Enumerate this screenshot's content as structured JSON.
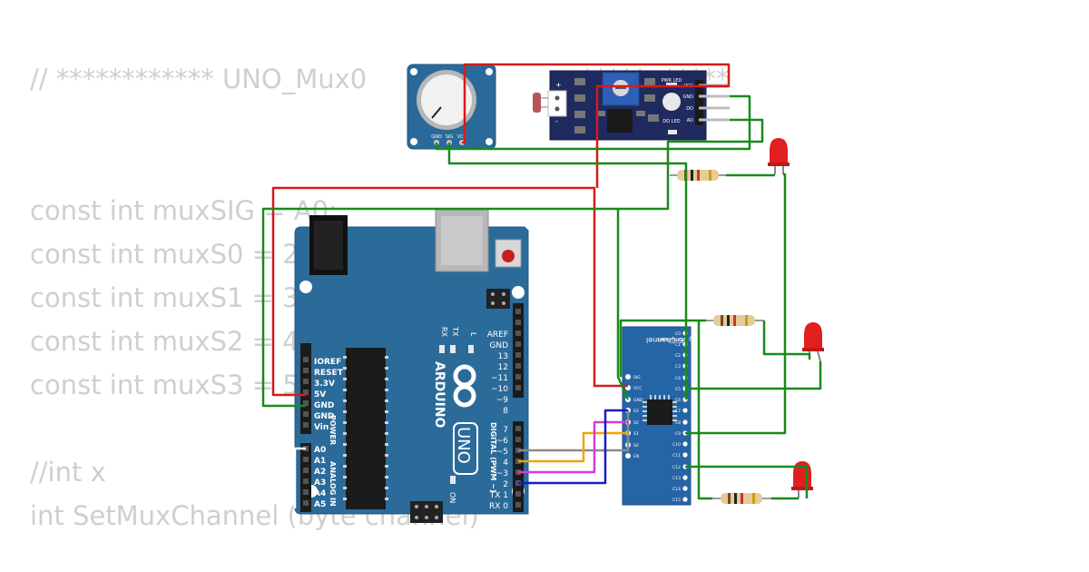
{
  "code_lines": [
    "// ************ UNO_Mux0",
    "*****  *****",
    "const int muxSIG = A0;",
    "const int muxS0 = 2;",
    "const int muxS1 = 3;",
    "const int muxS2 = 4;",
    "const int muxS3 = 5;",
    "//int x",
    "int SetMuxChannel (byte channel)"
  ],
  "arduino": {
    "brand": "ARDUINO",
    "model": "UNO",
    "on_label": "ON",
    "power_label": "POWER",
    "analog_label": "ANALOG IN",
    "digital_label": "DIGITAL (PWM ~)",
    "tx_label": "TX",
    "rx_label": "RX",
    "l_label": "L",
    "power_pins": [
      "IOREF",
      "RESET",
      "3.3V",
      "5V",
      "GND",
      "GND",
      "Vin"
    ],
    "analog_pins": [
      "A0",
      "A1",
      "A2",
      "A3",
      "A4",
      "A5"
    ],
    "digital_top": [
      "AREF",
      "GND",
      "13",
      "12",
      "~11",
      "~10",
      "~9",
      "8"
    ],
    "digital_bottom": [
      "7",
      "~6",
      "~5",
      "4",
      "~3",
      "2",
      "TX 1",
      "RX 0"
    ]
  },
  "potentiometer": {
    "pins": [
      "GND",
      "SIG",
      "VCC"
    ]
  },
  "light_sensor": {
    "pins": [
      "VCC",
      "GND",
      "DO",
      "AO"
    ],
    "pwr_label": "PWR LED",
    "do_label": "DO LED",
    "plus": "+",
    "minus": "-"
  },
  "multiplexer": {
    "title": "16-Channel",
    "subtitle": "Analog Multiplexer",
    "left_pins": [
      "SIG",
      "S3",
      "S2",
      "S1",
      "S0",
      "EN",
      "VCC",
      "GND"
    ],
    "right_pins": [
      "C0",
      "C1",
      "C2",
      "C3",
      "C4",
      "C5",
      "C6",
      "C7",
      "C8",
      "C9",
      "C10",
      "C11",
      "C12",
      "C13",
      "C14",
      "C15"
    ]
  },
  "colors": {
    "board": "#2b6b9a",
    "sensor_board": "#1f2a5e",
    "wire_red": "#d51b1b",
    "wire_green": "#1a8a1a",
    "wire_orange": "#f0a500",
    "wire_magenta": "#d63ad6",
    "wire_blue": "#1c1cc4",
    "wire_gray": "#8a8a8a",
    "led_red": "#e02020"
  }
}
